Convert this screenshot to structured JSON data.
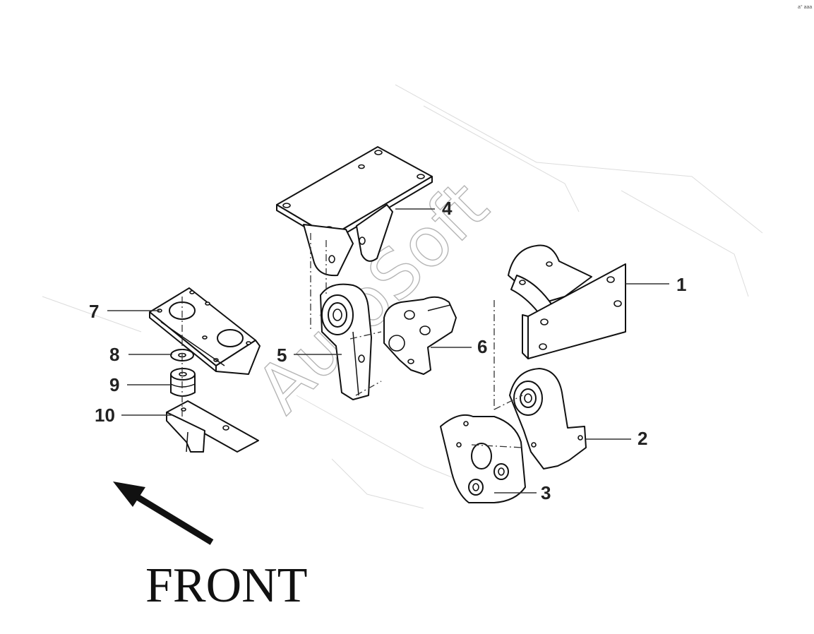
{
  "diagram": {
    "direction_label": "FRONT",
    "watermark_text": "AutoSoft",
    "corner_mark": "a° aaa",
    "callouts": [
      {
        "id": "1",
        "text": "1"
      },
      {
        "id": "2",
        "text": "2"
      },
      {
        "id": "3",
        "text": "3"
      },
      {
        "id": "4",
        "text": "4"
      },
      {
        "id": "5",
        "text": "5"
      },
      {
        "id": "6",
        "text": "6"
      },
      {
        "id": "7",
        "text": "7"
      },
      {
        "id": "8",
        "text": "8"
      },
      {
        "id": "9",
        "text": "9"
      },
      {
        "id": "10",
        "text": "10"
      }
    ]
  }
}
